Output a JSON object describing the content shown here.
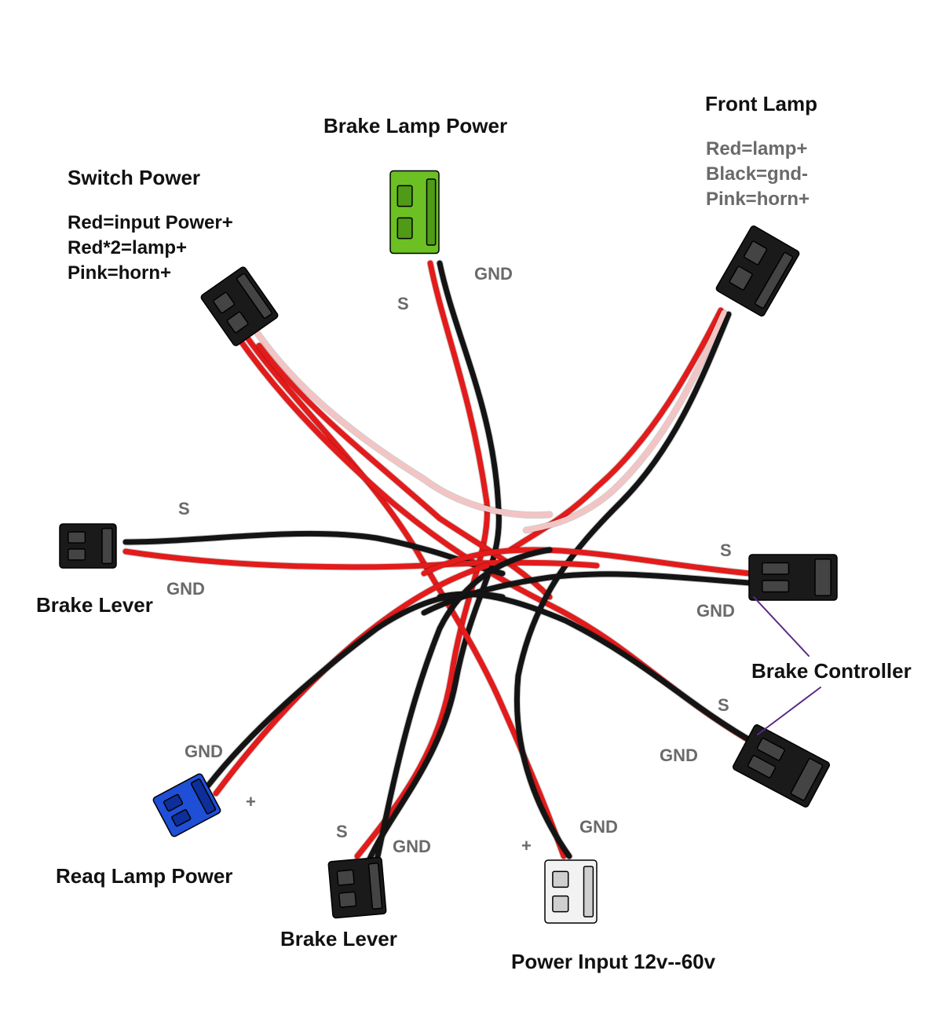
{
  "titles": {
    "brake_lamp_power": "Brake Lamp Power",
    "front_lamp": "Front Lamp",
    "switch_power": "Switch Power",
    "brake_lever_left": "Brake Lever",
    "brake_controller": "Brake Controller",
    "rear_lamp_power": "Reaq Lamp Power",
    "brake_lever_bottom": "Brake Lever",
    "power_input": "Power Input 12v--60v"
  },
  "switch_power_notes": [
    "Red=input Power+",
    "Red*2=lamp+",
    "Pink=horn+"
  ],
  "front_lamp_notes": [
    "Red=lamp+",
    "Black=gnd-",
    "Pink=horn+"
  ],
  "pins": {
    "s": "S",
    "gnd": "GND",
    "plus": "+"
  },
  "colors": {
    "wire_red": "#e31b1b",
    "wire_black": "#141414",
    "wire_pink": "#f4c4c4",
    "connector_black": "#1a1a1a",
    "connector_green": "#6cc023",
    "connector_blue": "#1f4fd6",
    "connector_white": "#f2f2f2",
    "pointer_line": "#5b2a86"
  }
}
